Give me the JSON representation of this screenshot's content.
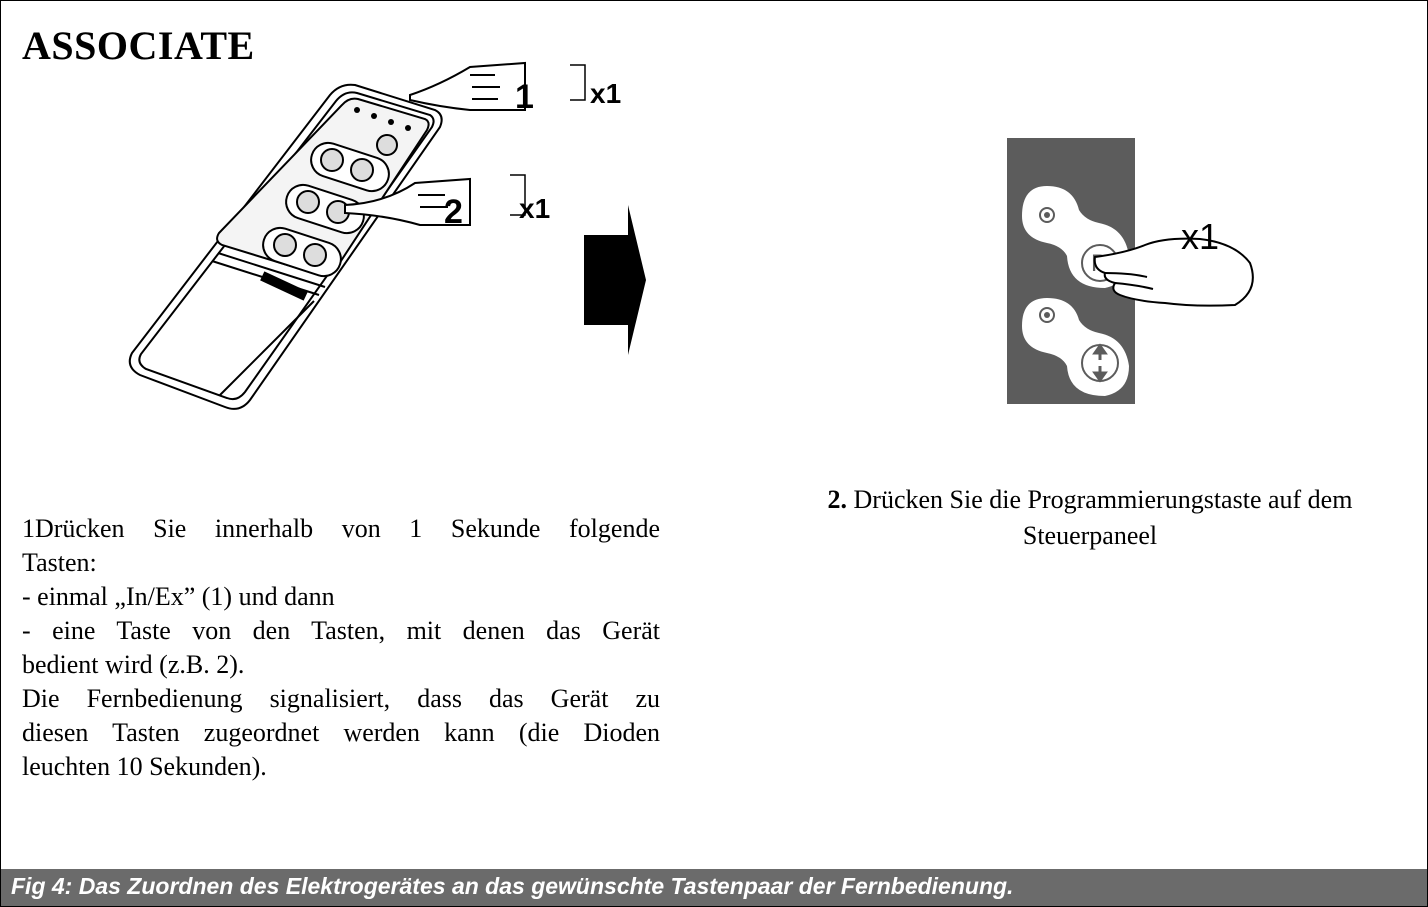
{
  "title": "ASSOCIATE",
  "remote": {
    "step1_number": "1",
    "step1_count": "x1",
    "step2_number": "2",
    "step2_count": "x1"
  },
  "panel": {
    "count": "x1"
  },
  "left_text": {
    "line1a": "1Drücken Sie innerhalb von 1 Sekunde folgende",
    "line1b": "Tasten:",
    "line2": "- einmal „In/Ex” (1)  und dann",
    "line3a": "- eine Taste von den Tasten, mit denen das Gerät",
    "line3b": "bedient wird  (z.B. 2).",
    "line4a": "Die Fernbedienung signalisiert, dass das Gerät zu",
    "line4b": "diesen Tasten zugeordnet werden kann (die Dioden",
    "line4c": "leuchten  10 Sekunden)."
  },
  "right_text": {
    "step_number": "2.",
    "line1": "Drücken Sie die Programmierungstaste auf dem",
    "line2": "Steuerpaneel"
  },
  "caption": "Fig 4: Das Zuordnen des Elektrogerätes an das gewünschte Tastenpaar der Fernbedienung.",
  "colors": {
    "caption_bg": "#6b6b6b",
    "panel_bg": "#5c5c5c"
  }
}
